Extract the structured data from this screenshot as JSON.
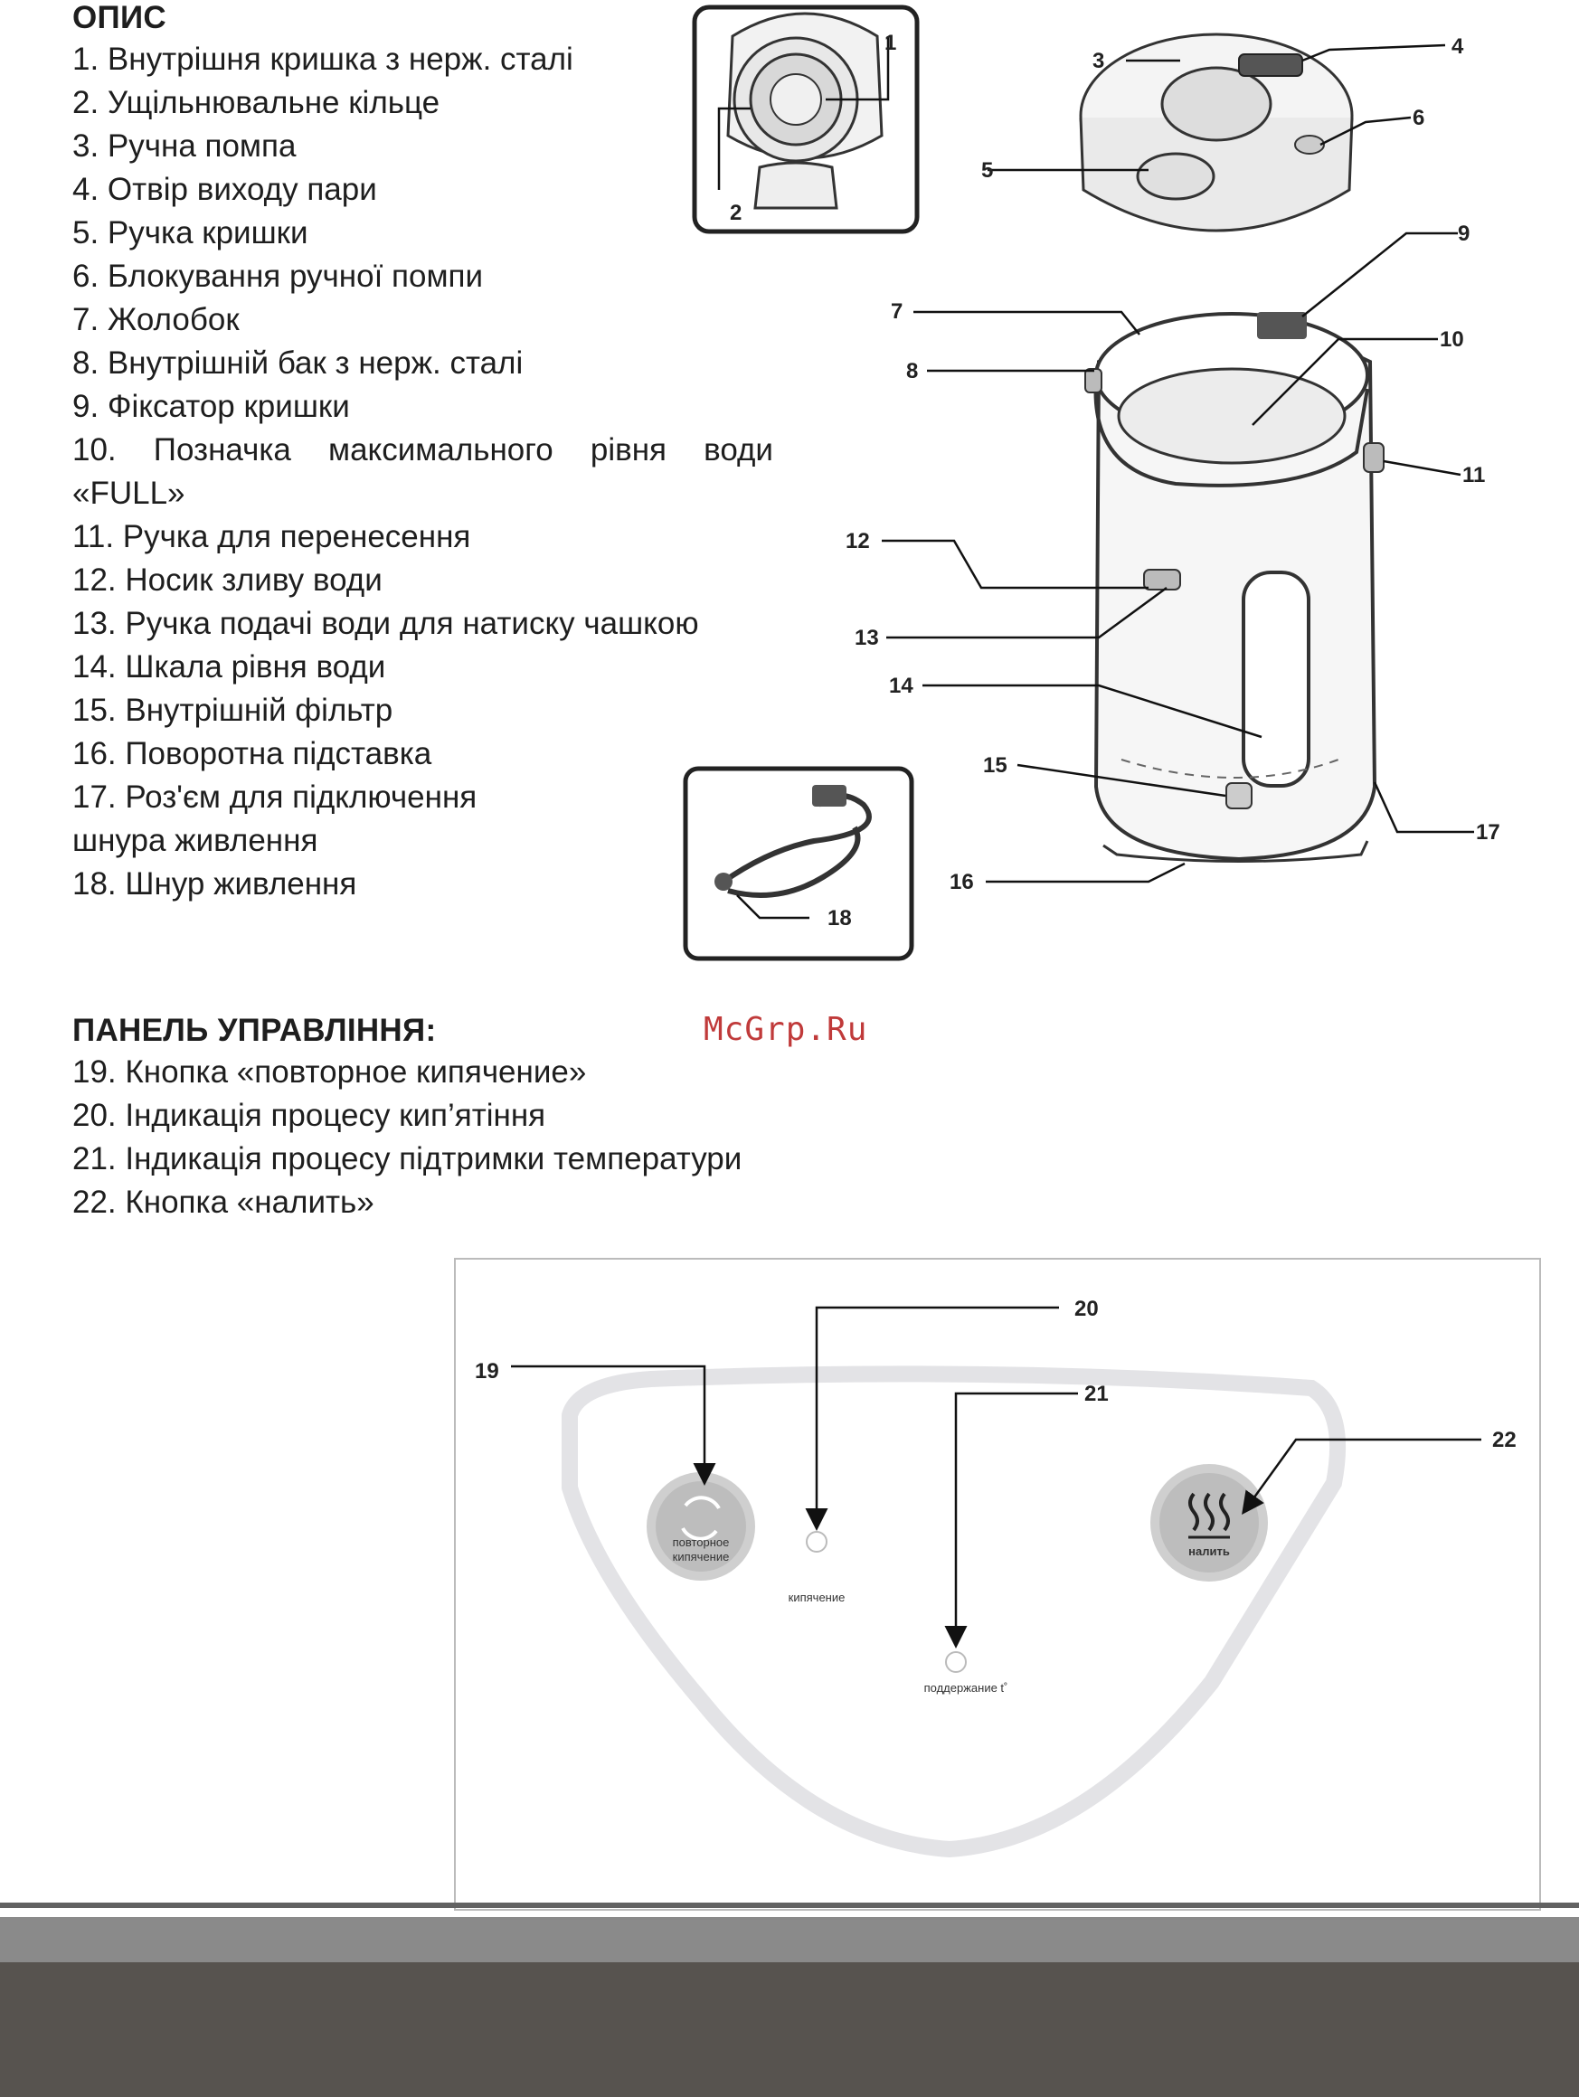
{
  "description": {
    "heading": "ОПИС",
    "items": [
      "1. Внутрішня кришка з нерж. сталі",
      "2. Ущільнювальне кільце",
      "3. Ручна помпа",
      "4. Отвір виходу пари",
      "5. Ручка кришки",
      "6. Блокування ручної помпи",
      "7. Жолобок",
      "8. Внутрішній бак з нерж. сталі",
      "9. Фіксатор кришки",
      "10. Позначка максимального рівня води",
      "«FULL»",
      "11. Ручка для перенесення",
      "12. Носик зливу води",
      "13. Ручка подачі води  для натиску чашкою",
      "14. Шкала рівня води",
      "15. Внутрішній фільтр",
      "16. Поворотна підставка",
      "17. Роз'єм для підключення",
      "шнура живлення",
      "18. Шнур живлення"
    ]
  },
  "control_panel": {
    "heading": "ПАНЕЛЬ УПРАВЛІННЯ:",
    "items": [
      "19. Кнопка «повторное кипячение»",
      "20. Індикація процесу кип’ятіння",
      "21. Індикація процесу підтримки температури",
      "22. Кнопка «налить»"
    ]
  },
  "watermark": "McGrp.Ru",
  "diagram_callouts": {
    "n1": "1",
    "n2": "2",
    "n3": "3",
    "n4": "4",
    "n5": "5",
    "n6": "6",
    "n7": "7",
    "n8": "8",
    "n9": "9",
    "n10": "10",
    "n11": "11",
    "n12": "12",
    "n13": "13",
    "n14": "14",
    "n15": "15",
    "n16": "16",
    "n17": "17",
    "n18": "18"
  },
  "panel_diagram": {
    "n19": "19",
    "n20": "20",
    "n21": "21",
    "n22": "22",
    "reboil_line1": "повторное",
    "reboil_line2": "кипячение",
    "boil_indicator": "кипячение",
    "keep_warm_indicator": "поддержание t˚",
    "pour_label": "налить"
  }
}
